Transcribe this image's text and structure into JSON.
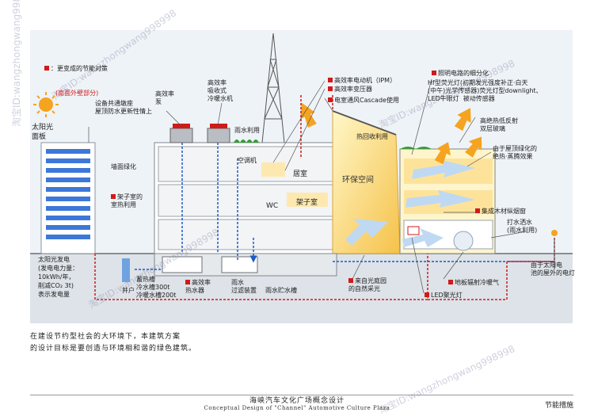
{
  "legend": "：更变成的节能对策",
  "labels": {
    "south_wall": "(南面外壁部分)",
    "solar_panel": "太阳光\n面板",
    "roof_shared": "设备共通墩座\n屋顶防水更新性情上",
    "hp": "高效率\n泵",
    "absorb": "高效率\n吸收式\n冷暖水机",
    "rain_use": "雨水利用",
    "wall_green": "墙面绿化",
    "aircon": "空调机",
    "living": "居室",
    "atrium_heat": "架子室的\n室热利用",
    "wc": "WC",
    "atrium": "架子室",
    "pv_gen": "太阳光发电\n(发电电力量：\n10kWh/年，\n削减CO₂ 3t)\n表示发电量",
    "storage": "蓄热槽\n冷水槽300t\n冷暖水槽200t",
    "well": "井户",
    "hw_heater": "高效率\n热水器",
    "rain_filter": "雨水\n过滤装置",
    "rain_tank": "雨水贮水槽",
    "motor": "高效率电动机（IPM）",
    "transformer": "高效率变压器",
    "cascade": "电室通风Cascade使用",
    "exhaust": "热回收利用",
    "eco_space": "环保空间",
    "lighting_title": "照明电路的细分化",
    "lighting_detail": "Hf型荧光灯(初期发光强度补正·白天\n(中午)光学传感器)荧光灯型downlight、\nLED牛眼灯  被动传感器",
    "glass": "高绝热低反射\n双层玻璃",
    "roof_green": "由于屋顶绿化的\n绝热·蒸腾效果",
    "louver": "集成木材纵烟窗",
    "sprinkle": "打水洒水\n(雨水利用)",
    "street_light": "由于太阳电\n池的屋外的电灯",
    "courtyard": "来自光庭园\n的自然采光",
    "led": "LED聚光灯",
    "floor_cool": "地板辐射冷暖气"
  },
  "watermark": "淘宝ID:wangzhongwang998998",
  "caption_line1": "在建设节约型社会的大环境下，本建筑方案",
  "caption_line2": "的设计目标是要创造与环境相和谐的绿色建筑。",
  "footer_title": "海峡汽车文化广场概念设计",
  "footer_sub": "Conceptual Design of \"Channel\" Automotive Culture Plaza",
  "footer_right": "节能措施",
  "colors": {
    "red": "#d11a1a",
    "blue": "#1f58c9",
    "yellow": "#f7d64a",
    "green": "#3a9a3a",
    "bg": "#eef3f7"
  }
}
